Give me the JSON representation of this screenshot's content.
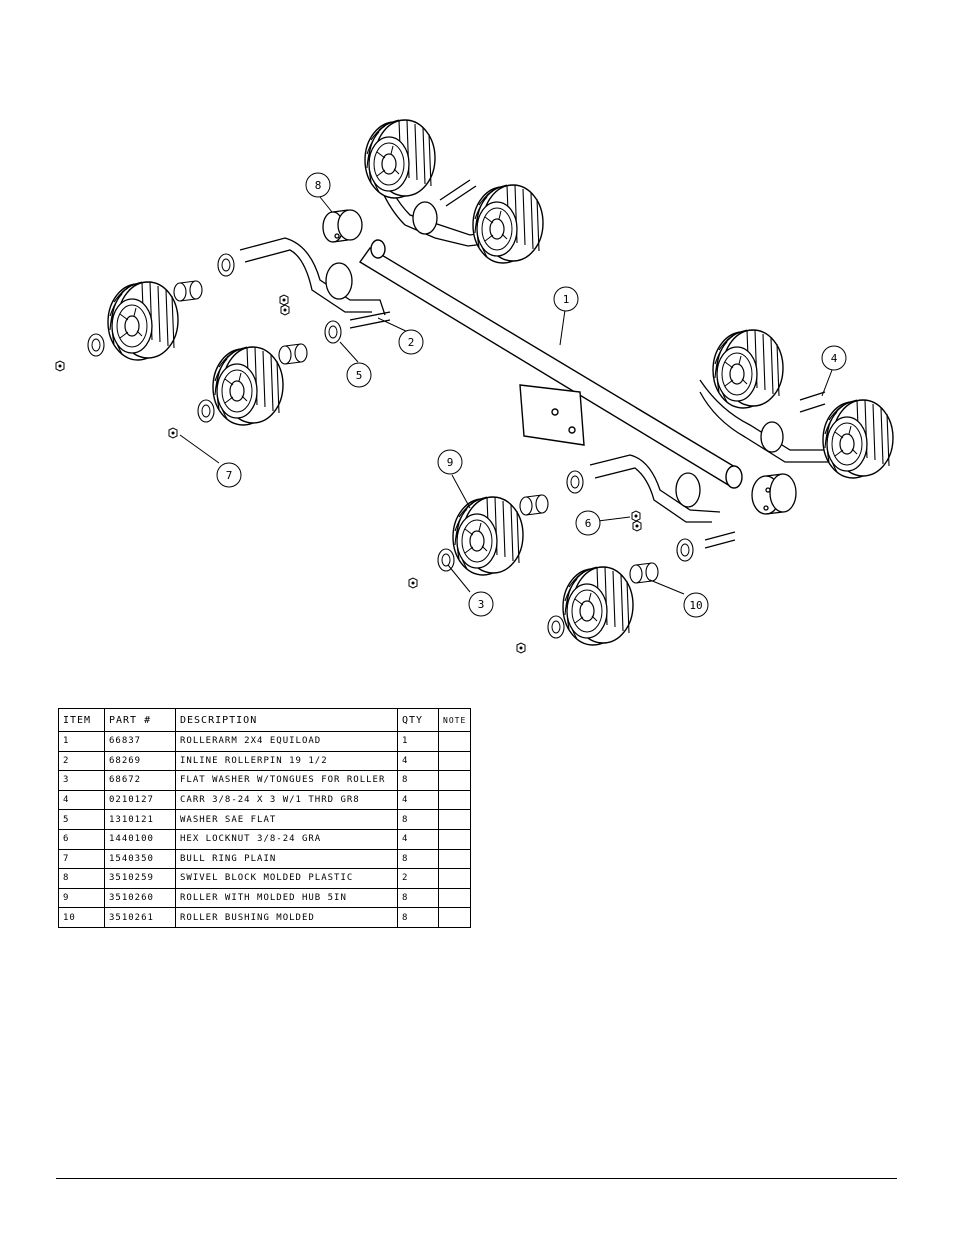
{
  "diagram": {
    "callouts": [
      "1",
      "2",
      "3",
      "4",
      "5",
      "6",
      "7",
      "8",
      "9",
      "10"
    ]
  },
  "parts_table": {
    "headers": {
      "item": "ITEM",
      "part": "PART #",
      "description": "DESCRIPTION",
      "qty": "QTY",
      "note": "NOTE"
    },
    "rows": [
      {
        "item": "1",
        "part": "66837",
        "description": "ROLLERARM 2X4 EQUILOAD",
        "qty": "1",
        "note": ""
      },
      {
        "item": "2",
        "part": "68269",
        "description": "INLINE ROLLERPIN 19 1/2",
        "qty": "4",
        "note": ""
      },
      {
        "item": "3",
        "part": "68672",
        "description": "FLAT WASHER W/TONGUES FOR ROLLER",
        "qty": "8",
        "note": ""
      },
      {
        "item": "4",
        "part": "0210127",
        "description": "CARR 3/8-24 X 3 W/1 THRD GR8",
        "qty": "4",
        "note": ""
      },
      {
        "item": "5",
        "part": "1310121",
        "description": "WASHER SAE FLAT",
        "qty": "8",
        "note": ""
      },
      {
        "item": "6",
        "part": "1440100",
        "description": "HEX LOCKNUT 3/8-24 GRA",
        "qty": "4",
        "note": ""
      },
      {
        "item": "7",
        "part": "1540350",
        "description": "BULL RING PLAIN",
        "qty": "8",
        "note": ""
      },
      {
        "item": "8",
        "part": "3510259",
        "description": "SWIVEL BLOCK MOLDED PLASTIC",
        "qty": "2",
        "note": ""
      },
      {
        "item": "9",
        "part": "3510260",
        "description": "ROLLER WITH MOLDED HUB 5IN",
        "qty": "8",
        "note": ""
      },
      {
        "item": "10",
        "part": "3510261",
        "description": "ROLLER BUSHING MOLDED",
        "qty": "8",
        "note": ""
      }
    ]
  }
}
